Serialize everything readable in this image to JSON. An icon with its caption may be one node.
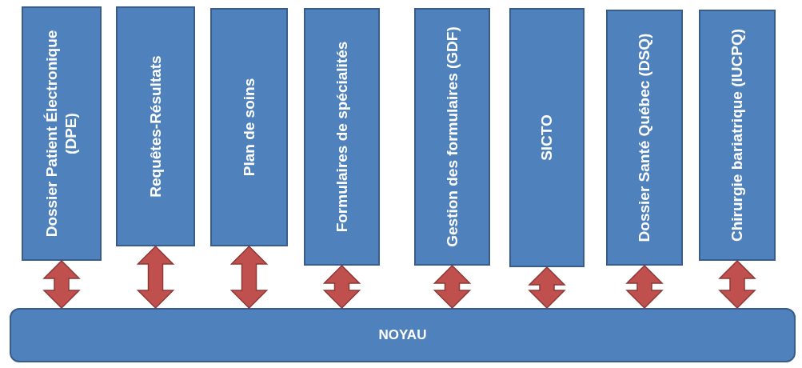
{
  "diagram": {
    "nodes": [
      {
        "text": [
          "Dossier Patient Électronique (DPE)"
        ]
      },
      {
        "text": [
          "Requêtes-Résultats"
        ]
      },
      {
        "text": [
          "Plan de soins"
        ]
      },
      {
        "text": [
          "Formulaires de spécialités"
        ]
      },
      {
        "text": [
          "Gestion des formulaires (GDF)"
        ]
      },
      {
        "text": [
          "SICTO"
        ]
      },
      {
        "text": [
          "Dossier Santé Québec (DSQ)"
        ]
      },
      {
        "text": [
          "Chirurgie bariatrique (IUCPQ)"
        ]
      },
      {
        "text": [
          "NOYAU"
        ]
      }
    ],
    "edges": [
      {
        "from": 0,
        "to": 8,
        "arrow": "both"
      },
      {
        "from": 1,
        "to": 8,
        "arrow": "both"
      },
      {
        "from": 2,
        "to": 8,
        "arrow": "both"
      },
      {
        "from": 3,
        "to": 8,
        "arrow": "both"
      },
      {
        "from": 4,
        "to": 8,
        "arrow": "both"
      },
      {
        "from": 5,
        "to": 8,
        "arrow": "both"
      },
      {
        "from": 6,
        "to": 8,
        "arrow": "both"
      },
      {
        "from": 7,
        "to": 8,
        "arrow": "both"
      }
    ]
  }
}
